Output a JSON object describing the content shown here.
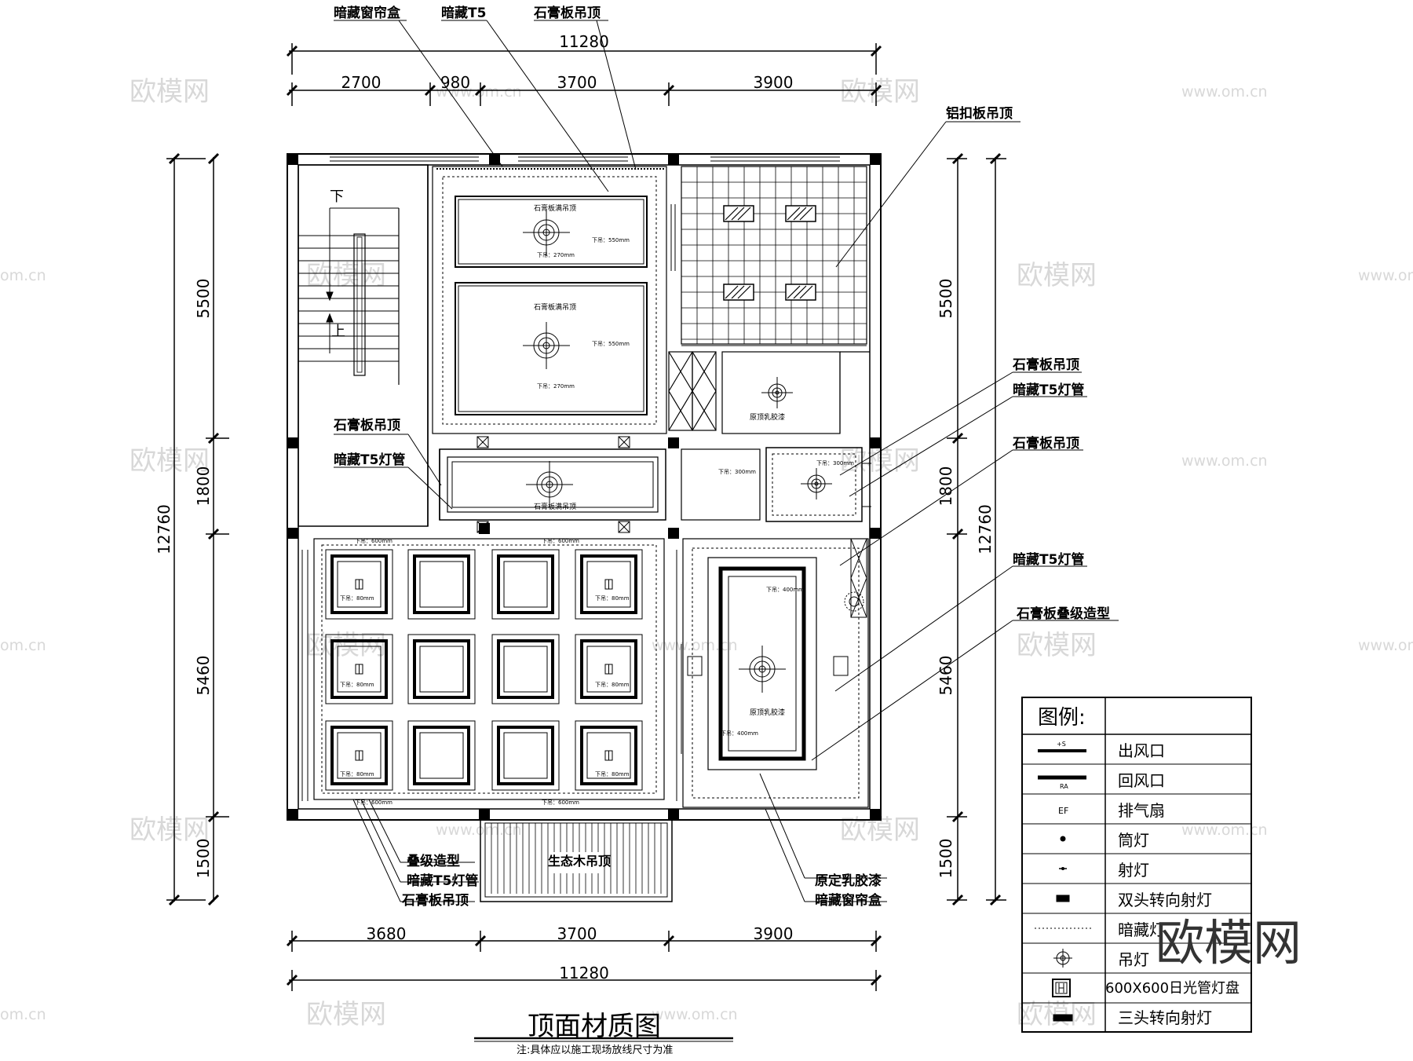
{
  "drawing": {
    "title": "顶面材质图",
    "note": "注:具体应以施工现场放线尺寸为准",
    "brand_watermark": "欧模网",
    "watermark_cn": "欧模网",
    "watermark_url": "www.om.cn",
    "watermark_partial": "om.cn"
  },
  "dimensions": {
    "top_total": "11280",
    "top_segments": [
      "2700",
      "980",
      "3700",
      "3900"
    ],
    "bottom_segments": [
      "3680",
      "3700",
      "3900"
    ],
    "bottom_total": "11280",
    "left_total": "12760",
    "left_segments": [
      "5500",
      "1800",
      "5460",
      "1500"
    ],
    "right_total": "12760",
    "right_segments": [
      "5500",
      "1800",
      "5460",
      "1500"
    ]
  },
  "callouts": {
    "top": [
      "暗藏窗帘盒",
      "暗藏T5",
      "石膏板吊顶"
    ],
    "right": [
      "铝扣板吊顶",
      "石膏板吊顶",
      "暗藏T5灯管",
      "石膏板吊顶",
      "暗藏T5灯管",
      "石膏板叠级造型"
    ],
    "left": [
      "石膏板吊顶",
      "暗藏T5灯管"
    ],
    "bottom_left": [
      "叠级造型",
      "暗藏T5灯管",
      "石膏板吊顶"
    ],
    "bottom_right": [
      "原定乳胶漆",
      "暗藏窗帘盒"
    ]
  },
  "room_labels": {
    "stair_down": "下",
    "stair_up": "上",
    "deck": "生态木吊顶",
    "paint_small": "原顶乳胶漆",
    "paint_large": "原顶乳胶漆",
    "gypsum_top": "石膏板满吊顶",
    "gypsum_mid": "石膏板满吊顶",
    "gypsum_strip": "石膏板满吊顶"
  },
  "level_labels": {
    "drop_550": "下吊：550mm",
    "drop_270": "下吊：270mm",
    "drop_300": "下吊：300mm",
    "drop_600": "下吊：600mm",
    "drop_80": "下吊：80mm",
    "drop_400": "下吊：400mm"
  },
  "legend": {
    "title": "图例:",
    "items": [
      {
        "symbol": "supply-vent",
        "label": "出风口"
      },
      {
        "symbol": "return-vent",
        "label": "回风口"
      },
      {
        "symbol": "exhaust-fan",
        "label": "排气扇"
      },
      {
        "symbol": "downlight",
        "label": "筒灯"
      },
      {
        "symbol": "spotlight",
        "label": "射灯"
      },
      {
        "symbol": "double-spot",
        "label": "双头转向射灯"
      },
      {
        "symbol": "hidden-light",
        "label": "暗藏灯"
      },
      {
        "symbol": "pendant",
        "label": "吊灯"
      },
      {
        "symbol": "panel-light",
        "label": "600X600日光管灯盘"
      },
      {
        "symbol": "triple-spot",
        "label": "三头转向射灯"
      }
    ]
  }
}
